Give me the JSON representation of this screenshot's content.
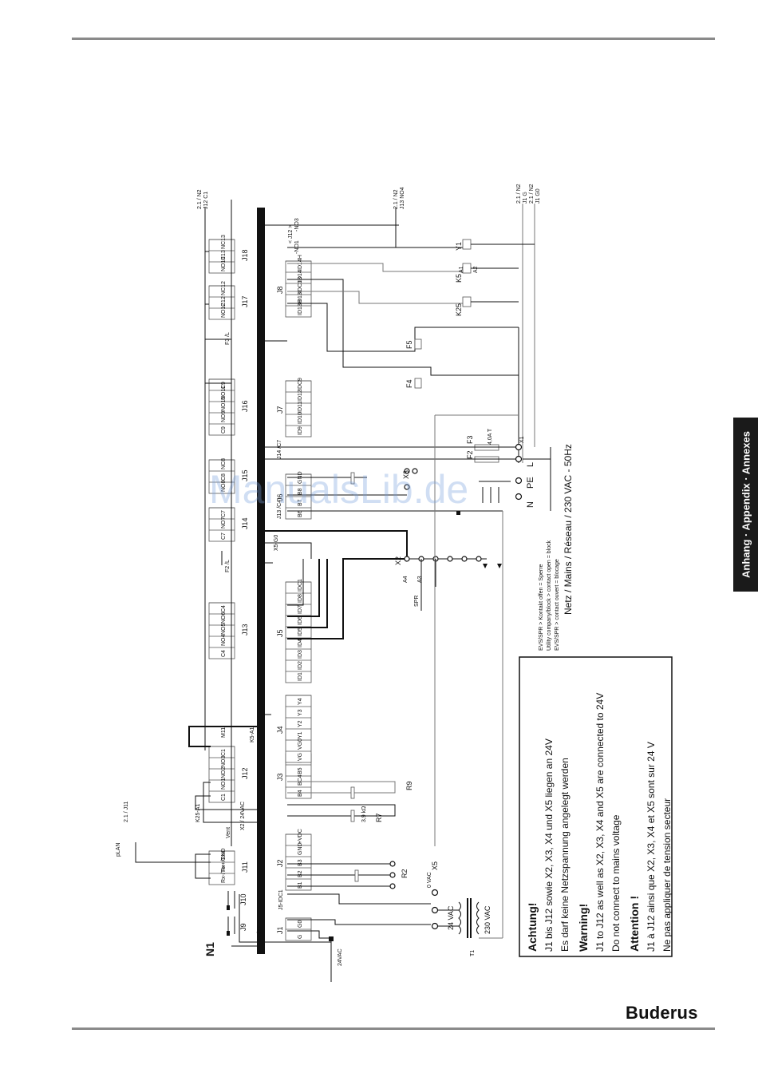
{
  "page": {
    "side_tab": "Anhang · Appendix · Annexes",
    "brand": "Buderus",
    "watermark": "ManualsLib.de"
  },
  "diagram": {
    "controller_label": "N1",
    "mains_label": "Netz / Mains / Réseau / 230 VAC - 50Hz",
    "connectors_bottom": [
      {
        "id": "J1",
        "pins": [
          "G",
          "G0"
        ]
      },
      {
        "id": "J2",
        "pins": [
          "B1",
          "B2",
          "B3",
          "GND",
          "+VDC"
        ]
      },
      {
        "id": "J3",
        "pins": [
          "B4",
          "BC4",
          "B5",
          "BC5"
        ]
      },
      {
        "id": "J4",
        "pins": [
          "VG",
          "VG0",
          "Y1",
          "Y2",
          "Y3",
          "Y4"
        ]
      },
      {
        "id": "J5",
        "pins": [
          "ID1",
          "ID2",
          "ID3",
          "ID4",
          "ID5",
          "ID6",
          "ID7",
          "ID8",
          "IDC1"
        ]
      },
      {
        "id": "J6",
        "pins": [
          "B6",
          "B7",
          "B8",
          "GND"
        ]
      },
      {
        "id": "J7",
        "pins": [
          "ID9",
          "ID10",
          "ID11",
          "ID12",
          "IDC9"
        ]
      },
      {
        "id": "J8",
        "pins": [
          "ID13H",
          "ID13",
          "IDC13",
          "ID14",
          "ID14H"
        ]
      }
    ],
    "connectors_top": [
      {
        "id": "J9",
        "pins": []
      },
      {
        "id": "J10",
        "pins": []
      },
      {
        "id": "J11",
        "pins": [
          "Rx-/Tx-",
          "Rx+/Tx+",
          "GND"
        ]
      },
      {
        "id": "J12",
        "pins": [
          "C1",
          "NO1",
          "NO2",
          "NO3",
          "C1"
        ]
      },
      {
        "id": "J13",
        "pins": [
          "C4",
          "NO4",
          "NO5",
          "NO6",
          "C4"
        ]
      },
      {
        "id": "J14",
        "pins": [
          "C7",
          "NO7",
          "C7"
        ]
      },
      {
        "id": "J15",
        "pins": [
          "NO8",
          "C8",
          "NC8"
        ]
      },
      {
        "id": "J16",
        "pins": [
          "C9",
          "NO9",
          "NO10",
          "NO11",
          "C9"
        ]
      },
      {
        "id": "J17",
        "pins": [
          "NO12",
          "C12",
          "NC12"
        ]
      },
      {
        "id": "J18",
        "pins": [
          "NO13",
          "C13",
          "NC13"
        ]
      }
    ],
    "small_labels": {
      "plan": "pLAN",
      "ref_211": "2.1 / J11",
      "ref_21_12": "2.1 / N2\nJ12 C1",
      "ref_21_13": "2.1 / N2\nJ13 NO4",
      "ref_21_1g": "2.1 / N2\nJ1 G",
      "ref_21_1g0": "2.1 / N2\nJ1 G0",
      "vac24": "24VAC",
      "vac0": "0 VAC",
      "vac24_t": "24 VAC",
      "vac230_t": "230 VAC",
      "t1": "T1",
      "x2": "X2",
      "x3": "X3",
      "x5": "X5",
      "x1": "X1",
      "r2": "R2",
      "r7": "R7",
      "r9": "R9",
      "r7val": "3,9 kΩ",
      "f2": "F2",
      "f3": "F3",
      "f4": "F4",
      "f5": "F5",
      "fuse": "4,0A T",
      "k5": "K5",
      "k25": "K25",
      "y1": "Y1",
      "a1": "A1",
      "a2": "A2",
      "a3": "A3",
      "a4": "A4",
      "n": "N",
      "pe": "PE",
      "l": "L",
      "spr": "SPR",
      "vent": "Vent",
      "m11": "M11",
      "x5g0": "X5-G0",
      "f2l": "F2 /L",
      "f3l": "F3 /L",
      "j14c7": "J14 /C7",
      "j13c4": "J13 /C4",
      "x2g": "X2 / G",
      "j5idc1": "J5-IDC1",
      "k25a1": "K25-A1",
      "k5a1": "K5-A1",
      "x2_24": "X2 / 24VAC",
      "no1": "-NO1",
      "no3": "-NO3",
      "j12": "< J12 >"
    },
    "evs_notes": [
      "EVS/SPR > Kontakt offen = Sperre",
      "Utility company/block > contact open = block",
      "EVS/SPR > contact ouvert = blocage"
    ]
  },
  "warning_box": [
    {
      "heading": "Achtung!",
      "lines": [
        "J1 bis J12 sowie X2, X3, X4 und X5 liegen an 24V",
        "Es darf keine Netzspannung angelegt werden"
      ]
    },
    {
      "heading": "Warning!",
      "lines": [
        "J1 to J12 as well as X2, X3, X4 and X5 are connected to 24V",
        "Do not connect to mains voltage"
      ]
    },
    {
      "heading": "Attention !",
      "lines": [
        "J1 à J12 ainsi que X2, X3, X4 et X5 sont sur 24 V",
        "Ne pas appliquer de tension secteur"
      ]
    }
  ]
}
